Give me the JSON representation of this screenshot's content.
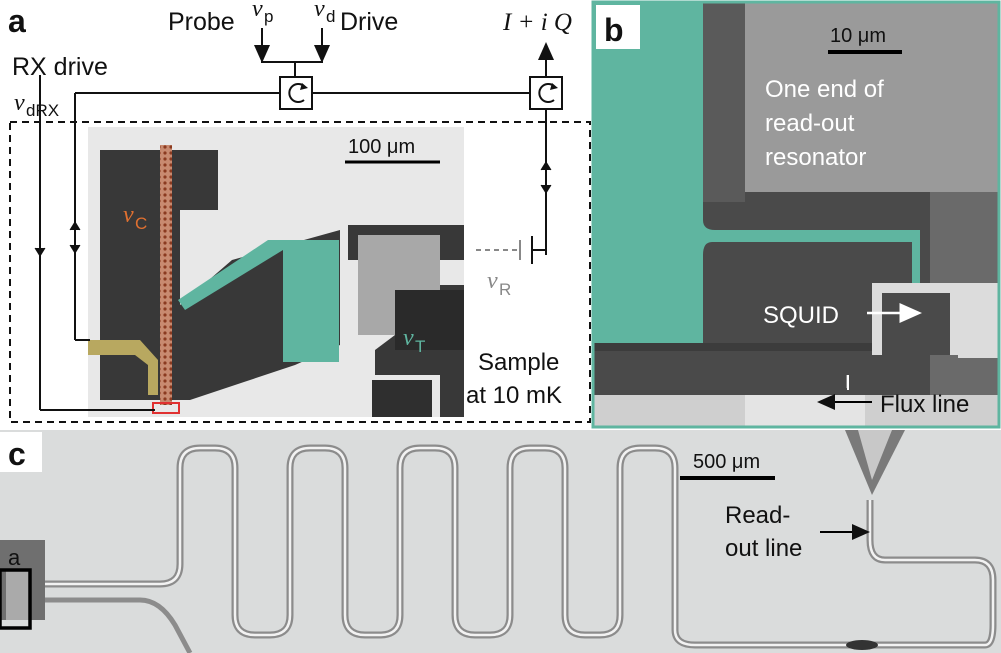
{
  "panels": {
    "a": {
      "letter": "a",
      "probe": "Probe",
      "drive": "Drive",
      "rx_drive": "RX drive",
      "v_p": "v",
      "v_p_sub": "p",
      "v_d": "v",
      "v_d_sub": "d",
      "v_drx": "v",
      "v_drx_sub": "dRX",
      "output": "I + i Q",
      "scale": "100 μm",
      "v_c": "v",
      "v_c_sub": "C",
      "v_t": "v",
      "v_t_sub": "T",
      "v_r": "v",
      "v_r_sub": "R",
      "sample_line1": "Sample",
      "sample_line2": "at 10 mK"
    },
    "b": {
      "letter": "b",
      "scale": "10 μm",
      "resonator_line1": "One end of",
      "resonator_line2": "read-out",
      "resonator_line3": "resonator",
      "squid": "SQUID",
      "mark": "I",
      "flux_line": "Flux line"
    },
    "c": {
      "letter": "c",
      "scale": "500 μm",
      "readout_line1": "Read-",
      "readout_line2": "out line",
      "inset_label": "a"
    }
  },
  "colors": {
    "qubit_green": "#5fb5a0",
    "cavity_orange": "#e07030",
    "rx_gold": "#b8a860",
    "metal_dark": "#3a3a3a",
    "substrate_light": "#e6e6e6",
    "panel_b_border": "#5fb5a0",
    "vr_gray": "#888888"
  }
}
